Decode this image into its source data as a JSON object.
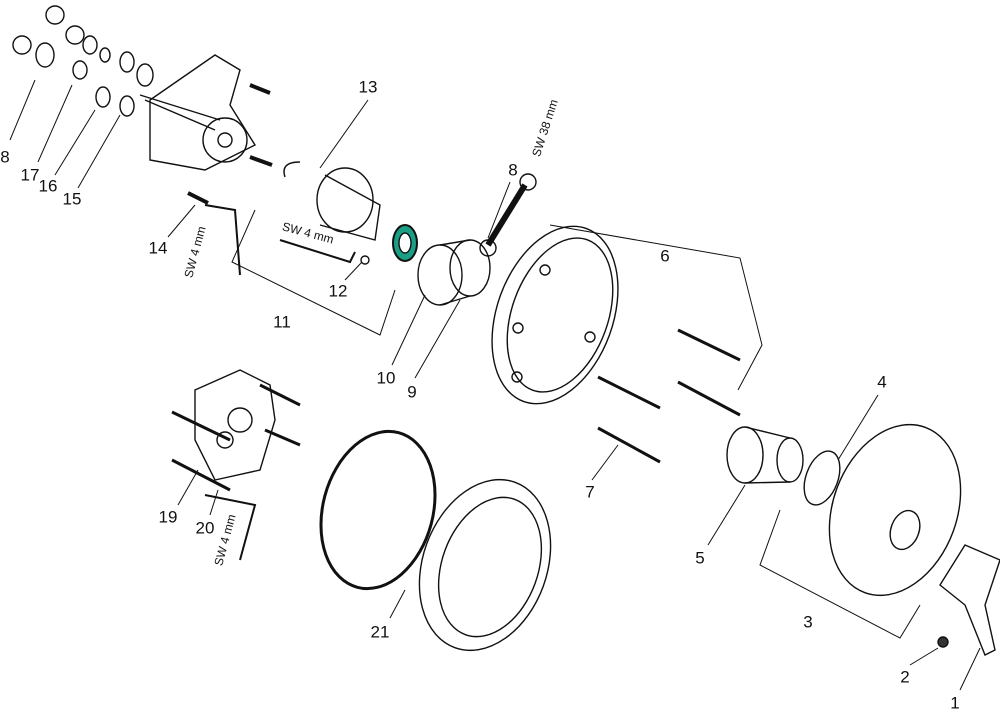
{
  "labels": {
    "p8a": "8",
    "p17": "17",
    "p16": "16",
    "p15": "15",
    "p13": "13",
    "p14": "14",
    "p12": "12",
    "p11": "11",
    "p8b": "8",
    "p10": "10",
    "p9": "9",
    "p6": "6",
    "p4": "4",
    "p7": "7",
    "p5": "5",
    "p3": "3",
    "p2": "2",
    "p1": "1",
    "p19": "19",
    "p20": "20",
    "p21": "21"
  },
  "tools": {
    "wrench_14": "SW 4 mm",
    "wrench_11": "SW 4 mm",
    "wrench_8": "SW 38 mm",
    "wrench_20": "SW 4 mm"
  },
  "colors": {
    "line": "#111111",
    "highlight": "#1a9e84"
  }
}
